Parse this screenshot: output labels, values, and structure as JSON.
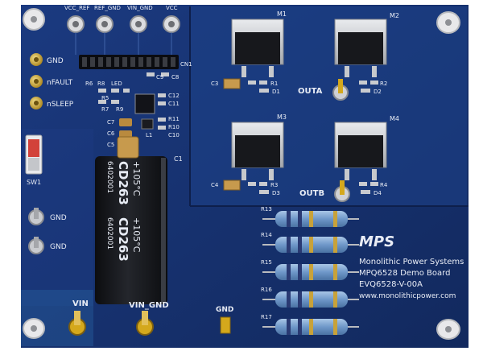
{
  "board": {
    "company": "Monolithic Power Systems",
    "product": "MPQ6528 Demo Board",
    "part_number": "EVQ6528-V-00A",
    "website": "www.monolithicpower.com",
    "logo": "MPS",
    "colors": {
      "pcb": "#17306e",
      "pcb_dark": "#0f2352",
      "pad": "#c7c9cc",
      "gold": "#d4a81c"
    }
  },
  "top_header": {
    "labels": [
      "VCC_REF",
      "REF_GND",
      "VIN_GND",
      "VCC"
    ]
  },
  "left_leds": {
    "labels": [
      "GND",
      "nFAULT",
      "nSLEEP"
    ]
  },
  "switch_label": "SW1",
  "gnd_posts": {
    "labels": [
      "GND",
      "GND"
    ]
  },
  "bottom_terminals": {
    "labels": [
      "VIN",
      "VIN_GND",
      "GND"
    ]
  },
  "mosfets": {
    "labels": [
      "M1",
      "M2",
      "M3",
      "M4"
    ]
  },
  "outputs": {
    "labels": [
      "OUTA",
      "OUTB"
    ]
  },
  "resistors": {
    "labels": [
      "R13",
      "R14",
      "R15",
      "R16",
      "R17"
    ]
  },
  "capacitor": {
    "label": "C1",
    "print": [
      "CD263",
      "+105°C",
      "6402001"
    ]
  },
  "connector_label": "CN1",
  "small_parts": {
    "labels": [
      "R6",
      "R8",
      "LED",
      "R7",
      "R9",
      "C12",
      "C11",
      "C7",
      "C6",
      "R11",
      "R10",
      "L1",
      "C10",
      "C8",
      "C5",
      "C3",
      "C4",
      "R1",
      "D1",
      "R2",
      "D2",
      "R3",
      "D3",
      "R4",
      "D4",
      "C9",
      "R5"
    ]
  }
}
